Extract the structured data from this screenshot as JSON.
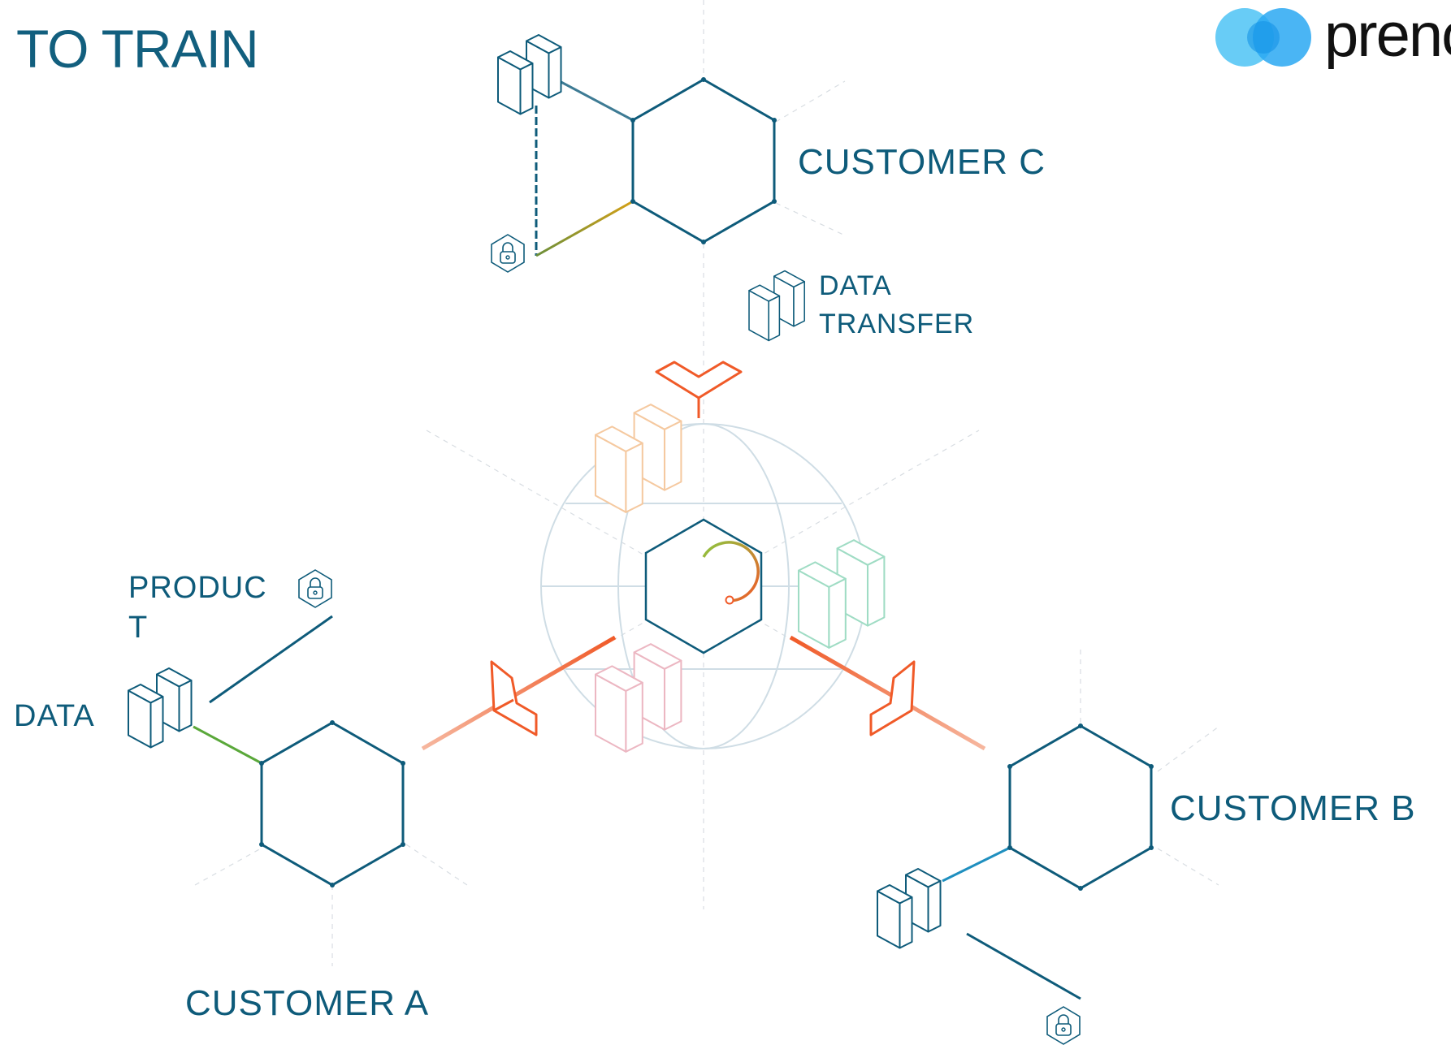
{
  "title": "TO TRAIN",
  "logo": {
    "text": "prenc"
  },
  "labels": {
    "customer_a": "CUSTOMER A",
    "customer_b": "CUSTOMER B",
    "customer_c": "CUSTOMER C",
    "data_transfer_line1": "DATA",
    "data_transfer_line2": "TRANSFER",
    "product_line1": "PRODUC",
    "product_line2": "T",
    "data": "DATA"
  },
  "icons": {
    "database": "database-icon",
    "lock": "lock-icon",
    "funnel": "funnel-icon",
    "globe": "globe-icon",
    "progress_ring": "progress-ring-icon"
  },
  "colors": {
    "primary": "#0e5b7a",
    "accent_orange": "#f05a28",
    "accent_green": "#8cc63f",
    "accent_blue": "#29abe2",
    "accent_gold": "#d4a017",
    "logo_blue": "#2aa8f2"
  }
}
